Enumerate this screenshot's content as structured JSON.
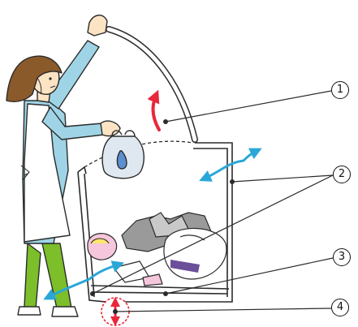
{
  "callouts": [
    {
      "id": "c1",
      "label": "1"
    },
    {
      "id": "c2",
      "label": "2"
    },
    {
      "id": "c3",
      "label": "3"
    },
    {
      "id": "c4",
      "label": "4"
    }
  ],
  "colors": {
    "outline": "#2b2b2b",
    "sleeve": "#9fd4e6",
    "apron": "#ffffff",
    "pants": "#7cbf2a",
    "hair": "#8a5a2b",
    "skin": "#fbe3c4",
    "cyan_arrow": "#2aa7d6",
    "red_arrow": "#e8283a",
    "bag": "#dfe8f0",
    "trash_gray": "#9a9a9a"
  },
  "icons": {
    "lid_open_arrow": "curved-up-arrow",
    "swing_arrows": "curved-double-arrow",
    "height_arrow": "vertical-double-arrow"
  }
}
